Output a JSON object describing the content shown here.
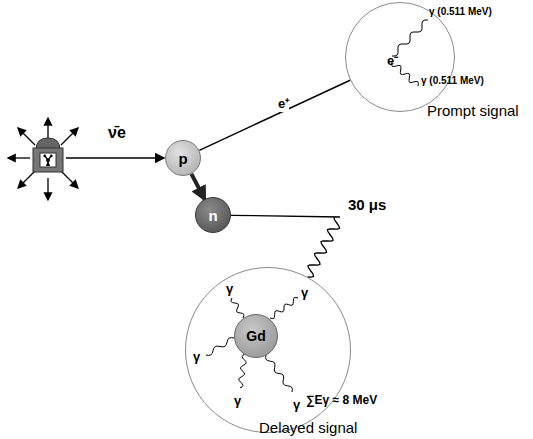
{
  "diagram": {
    "nodes": [
      {
        "text": [
          "γ (0.511 MeV)",
          "e⁻",
          "γ (0.511 MeV)",
          "Prompt signal"
        ]
      },
      {
        "text": [
          "p"
        ]
      },
      {
        "text": [
          "n"
        ]
      },
      {
        "text": [
          "γ",
          "γ",
          "γ",
          "γ",
          "γ",
          "∑Eγ ≈ 8 MeV",
          "Delayed signal"
        ]
      },
      {
        "text": [
          "Gd"
        ],
        "in": 3
      }
    ],
    "edges": [
      {
        "from": 1,
        "to": 2,
        "arrow": "to"
      },
      {
        "from": 1,
        "to": 0,
        "arrow": "none",
        "label": "e⁺"
      },
      {
        "from": 2,
        "to": 3,
        "arrow": "none",
        "label": "30 μs"
      }
    ],
    "labels": [
      "ν̄e"
    ]
  }
}
